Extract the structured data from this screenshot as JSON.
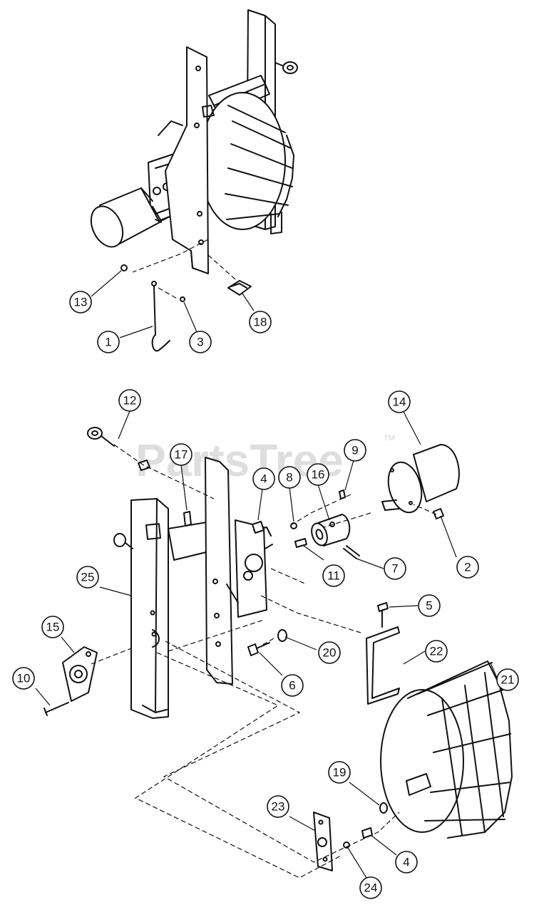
{
  "watermark": {
    "text": "PartsTree",
    "trademark": "TM"
  },
  "callouts": [
    {
      "label": "13"
    },
    {
      "label": "1"
    },
    {
      "label": "3"
    },
    {
      "label": "18"
    },
    {
      "label": "12"
    },
    {
      "label": "14"
    },
    {
      "label": "17"
    },
    {
      "label": "4"
    },
    {
      "label": "8"
    },
    {
      "label": "16"
    },
    {
      "label": "9"
    },
    {
      "label": "11"
    },
    {
      "label": "7"
    },
    {
      "label": "2"
    },
    {
      "label": "25"
    },
    {
      "label": "5"
    },
    {
      "label": "15"
    },
    {
      "label": "20"
    },
    {
      "label": "22"
    },
    {
      "label": "10"
    },
    {
      "label": "6"
    },
    {
      "label": "21"
    },
    {
      "label": "19"
    },
    {
      "label": "23"
    },
    {
      "label": "4"
    },
    {
      "label": "24"
    }
  ]
}
